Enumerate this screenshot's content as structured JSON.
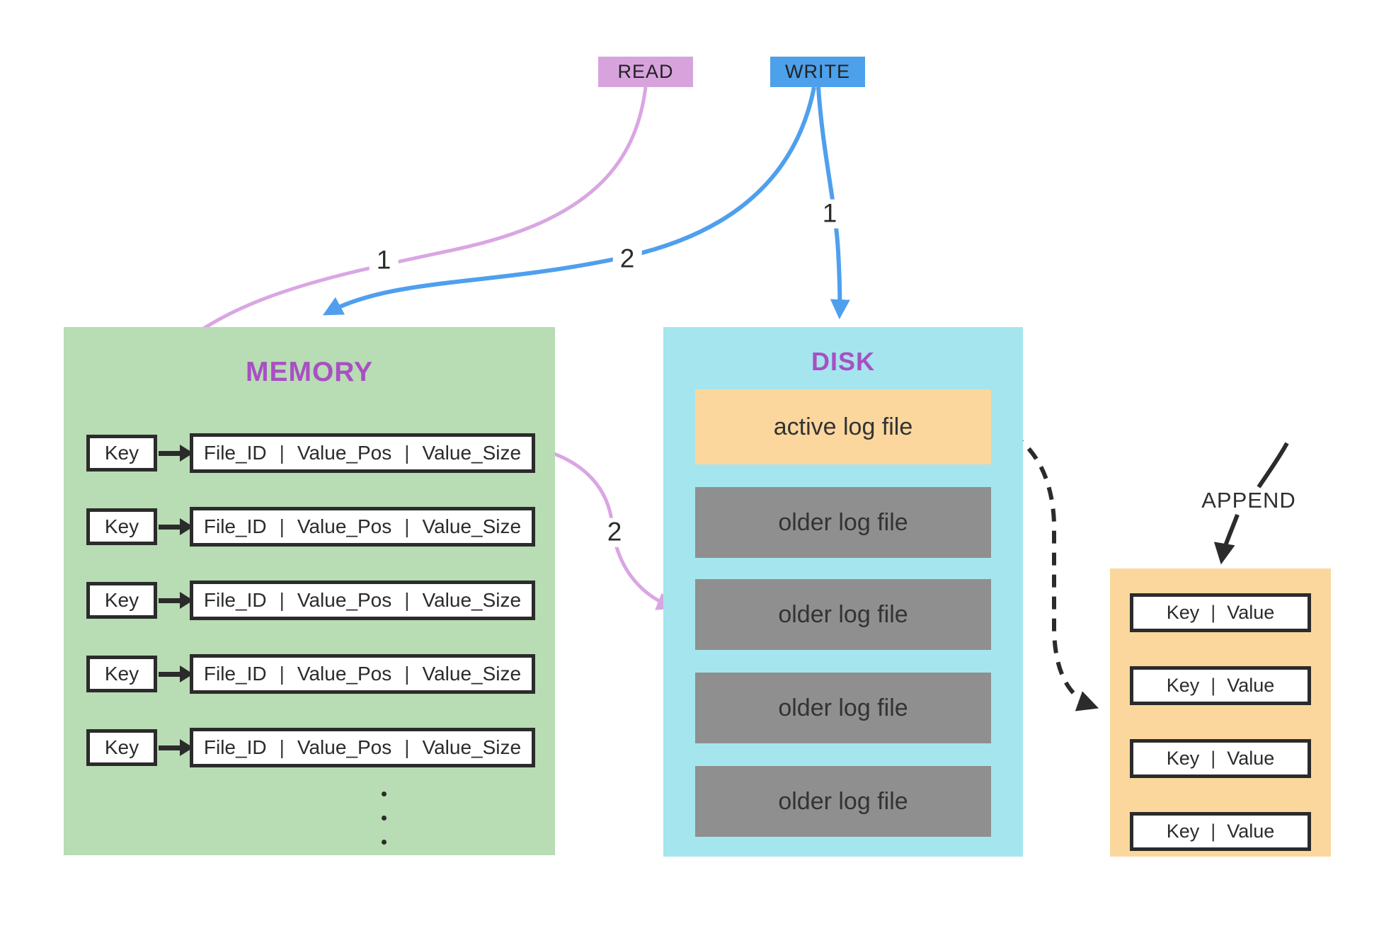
{
  "read_node": {
    "label": "READ"
  },
  "write_node": {
    "label": "WRITE"
  },
  "memory": {
    "title": "MEMORY",
    "separator": "|",
    "rows": [
      {
        "key": "Key",
        "fields": [
          "File_ID",
          "Value_Pos",
          "Value_Size"
        ]
      },
      {
        "key": "Key",
        "fields": [
          "File_ID",
          "Value_Pos",
          "Value_Size"
        ]
      },
      {
        "key": "Key",
        "fields": [
          "File_ID",
          "Value_Pos",
          "Value_Size"
        ]
      },
      {
        "key": "Key",
        "fields": [
          "File_ID",
          "Value_Pos",
          "Value_Size"
        ]
      },
      {
        "key": "Key",
        "fields": [
          "File_ID",
          "Value_Pos",
          "Value_Size"
        ]
      }
    ]
  },
  "disk": {
    "title": "DISK",
    "active_file": "active log file",
    "older_files": [
      "older log file",
      "older log file",
      "older log file",
      "older log file"
    ]
  },
  "data_file": {
    "separator": "|",
    "rows": [
      {
        "key": "Key",
        "value": "Value"
      },
      {
        "key": "Key",
        "value": "Value"
      },
      {
        "key": "Key",
        "value": "Value"
      },
      {
        "key": "Key",
        "value": "Value"
      }
    ]
  },
  "edges": {
    "read_to_memory_label": "1",
    "memory_to_disk_label": "2",
    "write_to_disk_label": "1",
    "write_to_memory_label": "2",
    "append_label": "APPEND"
  },
  "colors": {
    "read_bg": "#d8a3dd",
    "write_bg": "#4da0ea",
    "memory_bg": "#b8dcb3",
    "disk_bg": "#a5e5ee",
    "title_purple": "#a84fc4",
    "active_file_bg": "#fbd79e",
    "older_file_bg": "#8f8f8f",
    "data_file_bg": "#fbd79e",
    "pink_arrow": "#d9a6e3",
    "blue_arrow": "#4f9fee",
    "black_arrow": "#2b2b2b"
  }
}
